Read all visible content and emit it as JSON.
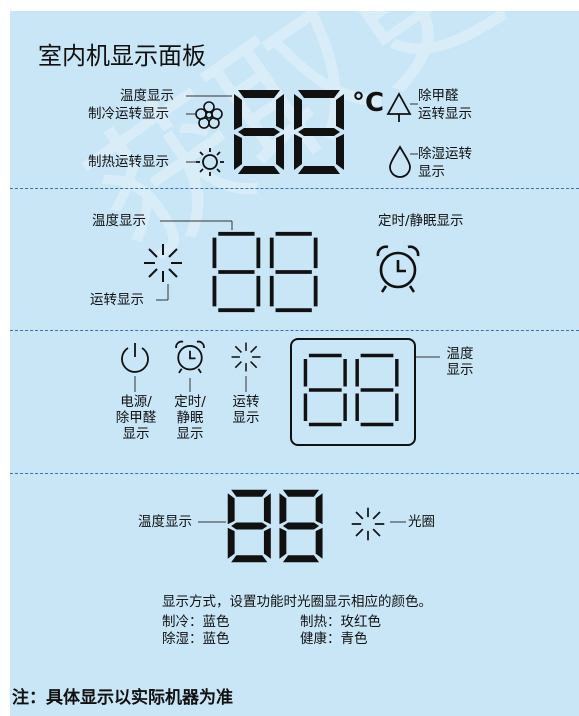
{
  "title": "室内机显示面板",
  "watermark": "获取更多资料",
  "panel1": {
    "temp_label": "温度显示",
    "cool_label": "制冷运转显示",
    "heat_label": "制热运转显示",
    "formaldehyde_label_1": "除甲醛",
    "formaldehyde_label_2": "运转显示",
    "dehum_label_1": "除湿运转",
    "dehum_label_2": "显示",
    "celsius": "°C"
  },
  "panel2": {
    "temp_label": "温度显示",
    "run_label": "运转显示",
    "timer_label": "定时/静眠显示"
  },
  "panel3": {
    "power_1": "电源/",
    "power_2": "除甲醛",
    "power_3": "显示",
    "timer_1": "定时/",
    "timer_2": "静眠",
    "timer_3": "显示",
    "run_1": "运转",
    "run_2": "显示",
    "temp_1": "温度",
    "temp_2": "显示"
  },
  "panel4": {
    "temp_label": "温度显示",
    "halo_label": "光圈",
    "desc": "显示方式，设置功能时光圈显示相应的颜色。",
    "cool": "制冷：蓝色",
    "heat": "制热：玫红色",
    "dehum": "除湿：蓝色",
    "health": "健康：青色"
  },
  "note": "注：具体显示以实际机器为准"
}
